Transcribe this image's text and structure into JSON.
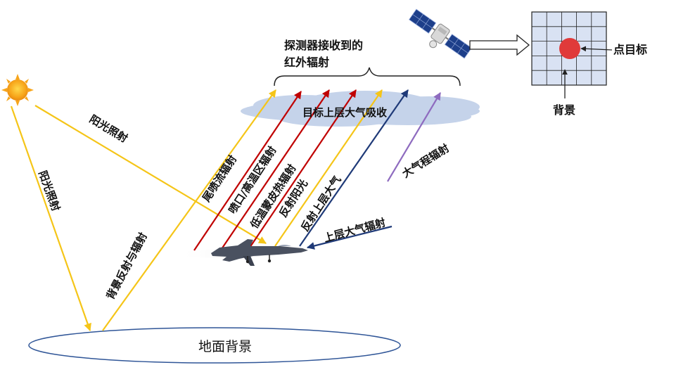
{
  "labels": {
    "sunlight_left": "阳光照射",
    "sunlight_right": "阳光照射",
    "background_reflection": "背景反射与辐射",
    "plume": "尾喷流辐射",
    "nozzle": "喷口/高温区辐射",
    "skin": "低温蒙皮热辐射",
    "reflected_sun": "反射阳光",
    "reflected_atmo": "反射上层大气",
    "upper_atmo_rad": "上层大气辐射",
    "path_rad": "大气程辐射",
    "absorption": "目标上层大气吸收",
    "received_line1": "探测器接收到的",
    "received_line2": "红外辐射",
    "point_target": "点目标",
    "background": "背景",
    "ground": "地面背景"
  },
  "colors": {
    "sun_yellow": "#f5c518",
    "red": "#c00000",
    "navy": "#1f3a78",
    "purple": "#8e6bbf",
    "cloud": "#c5d3ea",
    "grid_fill": "#d9e2f3",
    "target": "#e03a3a"
  },
  "icons": {
    "sun": "sun-icon",
    "satellite": "satellite-icon",
    "aircraft": "fighter-jet-icon",
    "arrow": "hollow-arrow-icon"
  }
}
